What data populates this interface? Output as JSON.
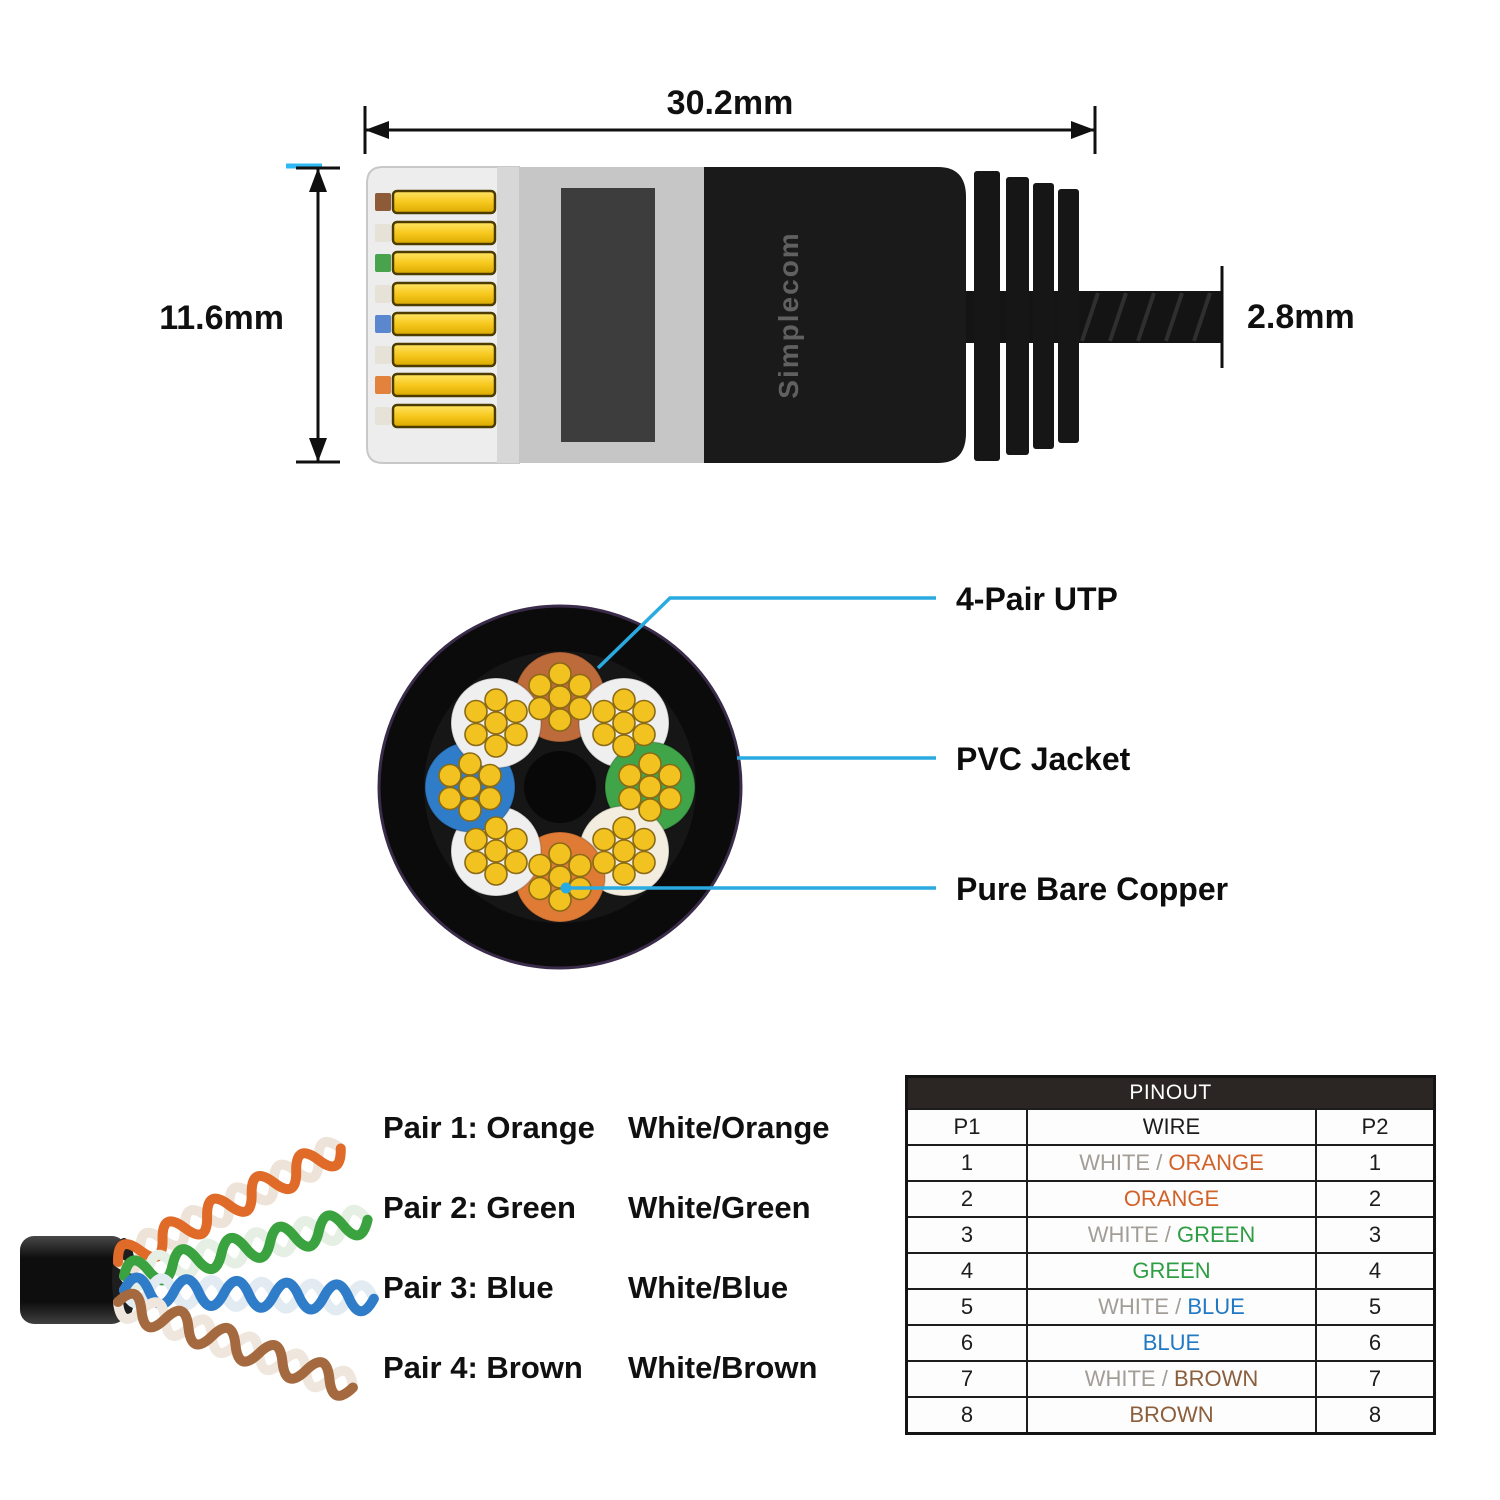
{
  "brand": {
    "logo_text": "Simplecom"
  },
  "dimensions": {
    "connector_length": "30.2mm",
    "connector_height": "11.6mm",
    "cable_diameter": "2.8mm"
  },
  "cross_section": {
    "labels": [
      "4-Pair UTP",
      "PVC Jacket",
      "Pure Bare Copper"
    ]
  },
  "pairs": [
    {
      "name": "Pair 1: Orange",
      "white": "White/Orange"
    },
    {
      "name": "Pair 2: Green",
      "white": "White/Green"
    },
    {
      "name": "Pair 3: Blue",
      "white": "White/Blue"
    },
    {
      "name": "Pair 4: Brown",
      "white": "White/Brown"
    }
  ],
  "pinout": {
    "title": "PINOUT",
    "headers": {
      "p1": "P1",
      "wire": "WIRE",
      "p2": "P2"
    },
    "rows": [
      {
        "p1": "1",
        "wire_prefix": "WHITE / ",
        "wire_color": "ORANGE",
        "p2": "1"
      },
      {
        "p1": "2",
        "wire_prefix": "",
        "wire_color": "ORANGE",
        "p2": "2"
      },
      {
        "p1": "3",
        "wire_prefix": "WHITE / ",
        "wire_color": "GREEN",
        "p2": "3"
      },
      {
        "p1": "4",
        "wire_prefix": "",
        "wire_color": "GREEN",
        "p2": "4"
      },
      {
        "p1": "5",
        "wire_prefix": "WHITE / ",
        "wire_color": "BLUE",
        "p2": "5"
      },
      {
        "p1": "6",
        "wire_prefix": "",
        "wire_color": "BLUE",
        "p2": "6"
      },
      {
        "p1": "7",
        "wire_prefix": "WHITE / ",
        "wire_color": "BROWN",
        "p2": "7"
      },
      {
        "p1": "8",
        "wire_prefix": "",
        "wire_color": "BROWN",
        "p2": "8"
      }
    ]
  },
  "colors": {
    "callout_accent": "#29ABE2",
    "wire_orange": "#D2622A",
    "wire_green": "#2E9E44",
    "wire_blue": "#2179C4",
    "wire_brown": "#8B5E3C",
    "wire_white_text": "#A29D97",
    "copper": "#F2C220",
    "pinout_header_bg": "#2B2523"
  }
}
